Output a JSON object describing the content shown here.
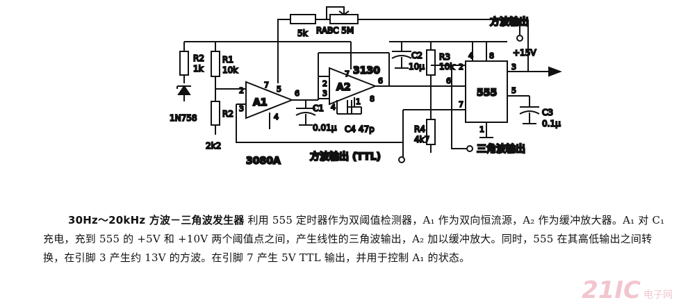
{
  "labels": {
    "r_abc": "RABC 5M",
    "r_5k": "5k",
    "square_out_top": "方波输出",
    "vcc": "+15V",
    "r2": "R2",
    "r2_val": "1k",
    "r1": "R1",
    "r1_val": "10k",
    "zener": "1N758",
    "r2b": "R2",
    "r2b_val": "2k2",
    "a1": "A1",
    "a1_part": "3080A",
    "a2": "A2",
    "a2_part": "3130",
    "c1": "C1",
    "c1_val": "0.01μ",
    "c2": "C2",
    "c2_val": "10μ",
    "c3": "C3",
    "c3_val": "0.1μ",
    "c4": "C4  47p",
    "r3": "R3",
    "r3_val": "10k",
    "r4": "R4",
    "r4_val": "4k7",
    "ic555": "555",
    "ttl_out": "方波输出 (TTL)",
    "tri_out": "三角波输出",
    "pins": {
      "a1_p2": "2",
      "a1_p3": "3",
      "a1_p7": "7",
      "a1_p5": "5",
      "a1_p6": "6",
      "a1_p4": "4",
      "a2_p2": "2",
      "a2_p3": "3",
      "a2_p7": "7",
      "a2_p6": "6",
      "a2_p8": "8",
      "a2_p4": "4",
      "a2_p1": "1",
      "u_p4": "4",
      "u_p8": "8",
      "u_p2": "2",
      "u_p6": "6",
      "u_p3": "3",
      "u_p5": "5",
      "u_p7": "7",
      "u_p1": "1"
    }
  },
  "caption": {
    "title": "30Hz～20kHz 方波－三角波发生器",
    "body": "利用 555 定时器作为双阈值检测器，A₁ 作为双向恒流源，A₂ 作为缓冲放大器。A₁ 对 C₁ 充电，充到 555 的 +5V 和 +10V 两个阈值点之间，产生线性的三角波输出，A₂ 加以缓冲放大。同时，555 在其高低输出之间转换，在引脚 3 产生约 13V 的方波。在引脚 7 产生 5V TTL 输出，并用于控制 A₁ 的状态。"
  },
  "watermark": {
    "brand": "21IC",
    "site": "电子网"
  }
}
